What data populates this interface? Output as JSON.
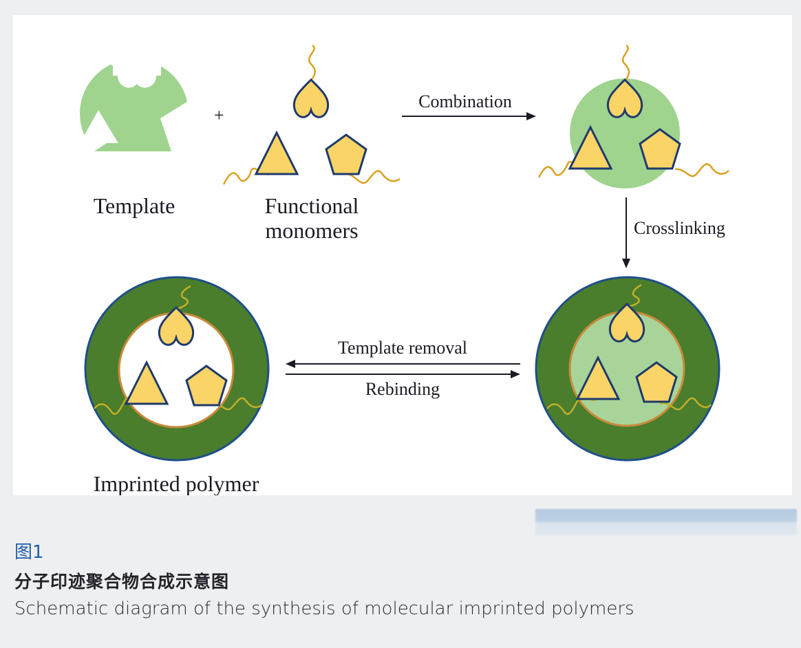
{
  "figure": {
    "labels": {
      "template": "Template",
      "functional_line1": "Functional",
      "functional_line2": "monomers",
      "plus": "+",
      "combination": "Combination",
      "crosslinking": "Crosslinking",
      "template_removal": "Template removal",
      "rebinding": "Rebinding",
      "imprinted_polymer": "Imprinted polymer"
    },
    "colors": {
      "light_green": "#9fd38e",
      "dark_green": "#4a7d2c",
      "monomer_fill": "#fbd467",
      "outline": "#1e3a6b",
      "squiggle": "#d9a21f",
      "cavity_rim": "#c98a3a"
    },
    "icons": {
      "heart_monomer": "heart-shape",
      "triangle_monomer": "triangle-shape",
      "pentagon_monomer": "pentagon-shape"
    }
  },
  "caption": {
    "figure_label": "图1",
    "title_cn": "分子印迹聚合物合成示意图",
    "title_en": "Schematic diagram of the synthesis of molecular imprinted polymers"
  }
}
